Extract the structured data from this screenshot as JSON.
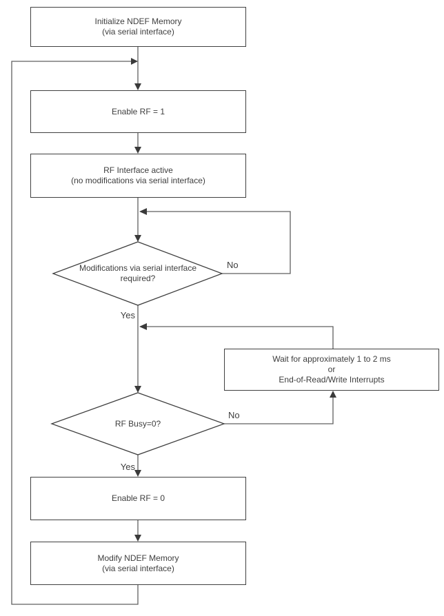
{
  "diagram": {
    "colors": {
      "background": "#ffffff",
      "box_border": "#3f3f3f",
      "connector_line": "#5f5f5f",
      "arrowhead": "#3a3a3a",
      "text": "#3d3d3d"
    },
    "nodes": {
      "initialize": {
        "type": "process",
        "label": "Initialize NDEF Memory\n(via serial interface)"
      },
      "enable_rf_1": {
        "type": "process",
        "label": "Enable RF = 1"
      },
      "rf_active": {
        "type": "process",
        "label": "RF Interface active\n(no modifications via serial interface)"
      },
      "modifications_required": {
        "type": "decision",
        "label": "Modifications via serial interface\nrequired?"
      },
      "wait": {
        "type": "process",
        "label": "Wait for approximately 1 to 2 ms\nor\nEnd-of-Read/Write Interrupts"
      },
      "rf_busy": {
        "type": "decision",
        "label": "RF Busy=0?"
      },
      "enable_rf_0": {
        "type": "process",
        "label": "Enable RF = 0"
      },
      "modify": {
        "type": "process",
        "label": "Modify NDEF Memory\n(via serial interface)"
      }
    },
    "edge_labels": {
      "modifications_no": "No",
      "modifications_yes": "Yes",
      "rf_busy_no": "No",
      "rf_busy_yes": "Yes"
    }
  }
}
